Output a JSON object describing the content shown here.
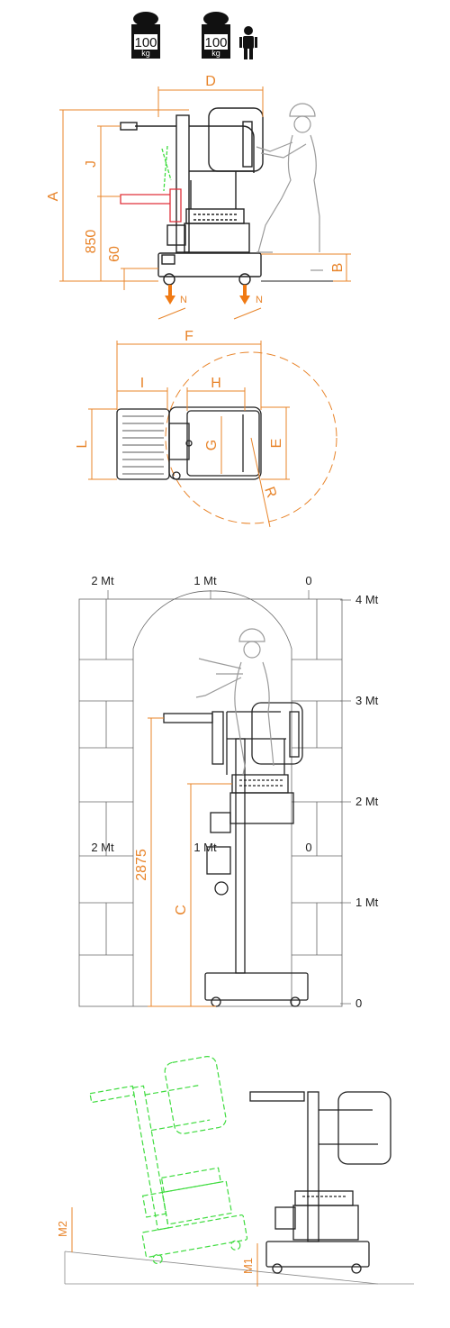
{
  "colors": {
    "dimension": "#e8842a",
    "machine": "#222222",
    "figure": "#9a9a9a",
    "tilted": "#3fdc3f",
    "highlight": "#e0303a",
    "arrow": "#f07a14"
  },
  "load_icons": [
    {
      "weight": "100",
      "unit": "kg",
      "person": false
    },
    {
      "weight": "100",
      "unit": "kg",
      "person": true
    }
  ],
  "side_view": {
    "labels": {
      "A": "A",
      "B": "B",
      "D": "D",
      "J": "J",
      "h850": "850",
      "h60": "60",
      "N1": "N",
      "N2": "N"
    }
  },
  "top_view": {
    "labels": {
      "F": "F",
      "H": "H",
      "I": "I",
      "L": "L",
      "G": "G",
      "E": "E",
      "R": "R"
    }
  },
  "working_view": {
    "top_scale": [
      "2 Mt",
      "1 Mt",
      "0"
    ],
    "bottom_scale": [
      "2 Mt",
      "1 Mt",
      "0"
    ],
    "right_scale": [
      "4 Mt",
      "3 Mt",
      "2 Mt",
      "1 Mt",
      "0"
    ],
    "labels": {
      "h2875": "2875",
      "C": "C"
    }
  },
  "slope_view": {
    "labels": {
      "M1": "M1",
      "M2": "M2"
    }
  }
}
